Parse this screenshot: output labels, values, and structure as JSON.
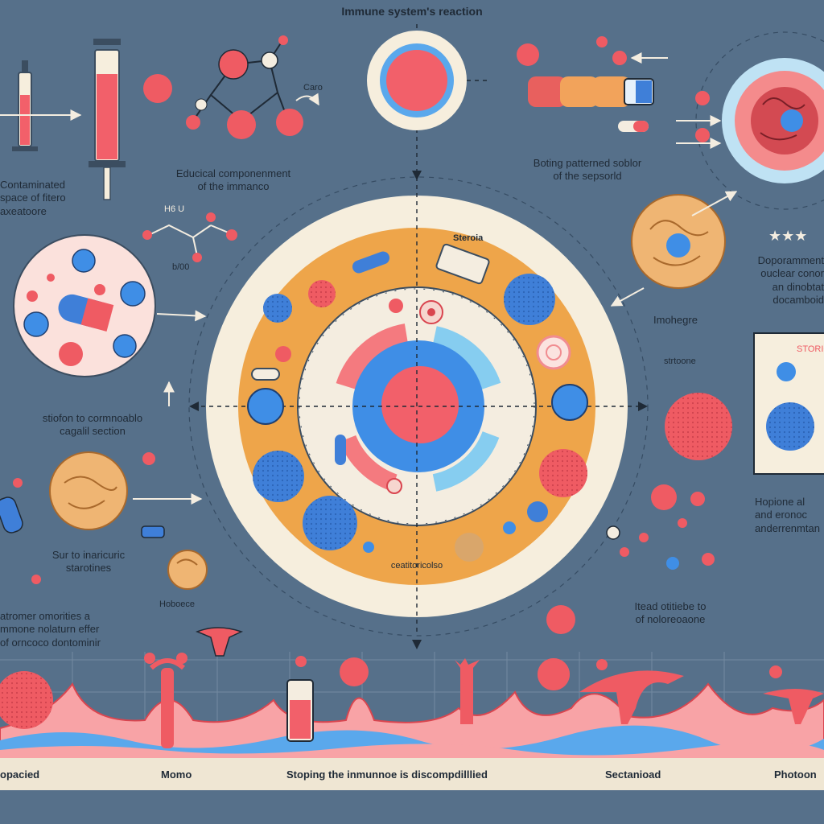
{
  "title": "Immune system's reaction",
  "labels": {
    "tl_desc": "Contaminated\nspace of fitero\naxeatoore",
    "center_top_desc": "Educical componenment\nof the immanco",
    "caro": "Caro",
    "chem_top": "H6 U",
    "chem_bottom": "b/00",
    "steroid": "Steroia",
    "tr_desc": "Boting patterned soblor\nof the sepsorld",
    "stars": "★★★",
    "right_desc": "Doporamment\nouclear conor\nan dinobtat\ndocamboid",
    "imohegre": "Imohegre",
    "strone": "strtoone",
    "panel_label": "STORIO",
    "left_mid": "stiofon to cormnoablo\ncagalil section",
    "left_low": "Sur to inaricuric\nstarotines",
    "holdoce": "Hoboece",
    "left_bottom": "atromer omorities a\nmmone nolaturn effer\nof orncoco dontominir",
    "center_bottom": "ceatitoricolso",
    "right_bottom": "Itead otitiebe to\nof noloreoaone",
    "right_bottom2": "Hopione al\nand eronoc\nanderrenmtan"
  },
  "footer": {
    "item1": "opacied",
    "item2": "Momo",
    "item3": "Stoping the inmunnoe is discompdilllied",
    "item4": "Sectanioad",
    "item5": "Photoon"
  }
}
